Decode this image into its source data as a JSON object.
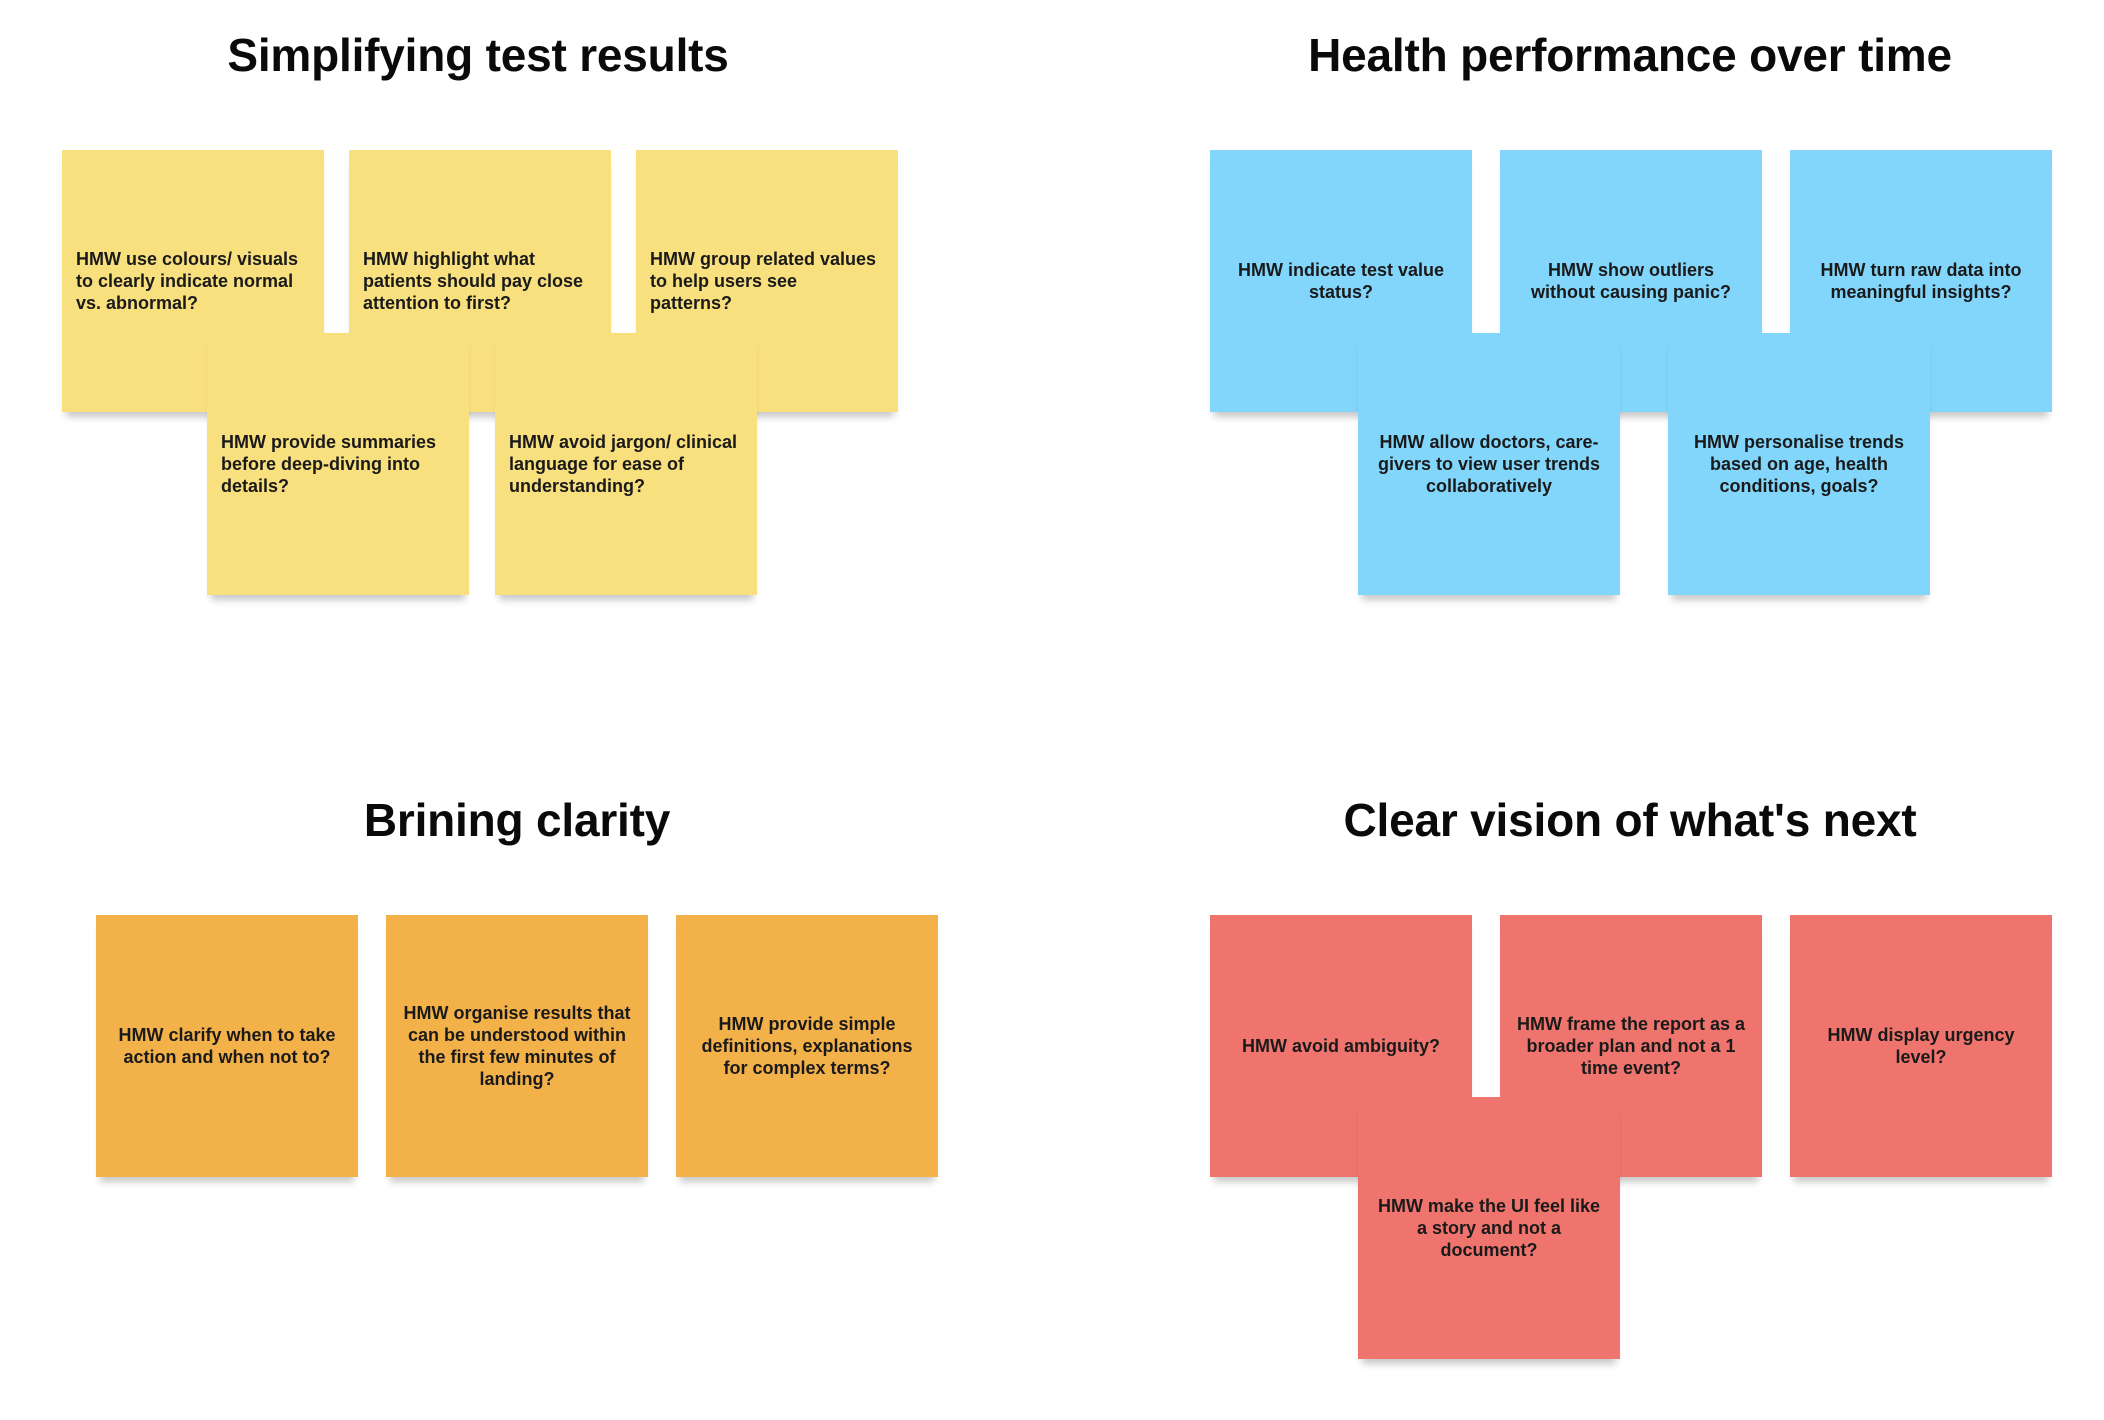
{
  "clusters": [
    {
      "title": "Simplifying test results",
      "color": "#f9e07f",
      "notes": [
        "HMW use colours/ visuals to clearly indicate normal vs. abnormal?",
        "HMW highlight what patients should pay close attention to first?",
        "HMW group related values to help users see patterns?",
        "HMW provide summaries before deep-diving into details?",
        "HMW avoid jargon/ clinical language for ease of understanding?"
      ]
    },
    {
      "title": "Health performance over time",
      "color": "#82d6fb",
      "notes": [
        "HMW indicate test value status?",
        "HMW show outliers without causing panic?",
        "HMW turn raw data into meaningful insights?",
        "HMW allow doctors, care-givers to view user trends collaboratively",
        "HMW personalise trends based on age, health conditions, goals?"
      ]
    },
    {
      "title": "Brining clarity",
      "color": "#f3b14a",
      "notes": [
        "HMW clarify when to take action and when not to?",
        "HMW organise results that can be understood within the first few minutes of landing?",
        "HMW provide simple definitions, explanations for complex terms?"
      ]
    },
    {
      "title": "Clear vision of what's next",
      "color": "#ef746d",
      "notes": [
        "HMW avoid ambiguity?",
        "HMW frame the report as a broader plan and not a 1 time event?",
        "HMW display urgency level?",
        "HMW make the UI feel like a story and not a document?"
      ]
    }
  ]
}
